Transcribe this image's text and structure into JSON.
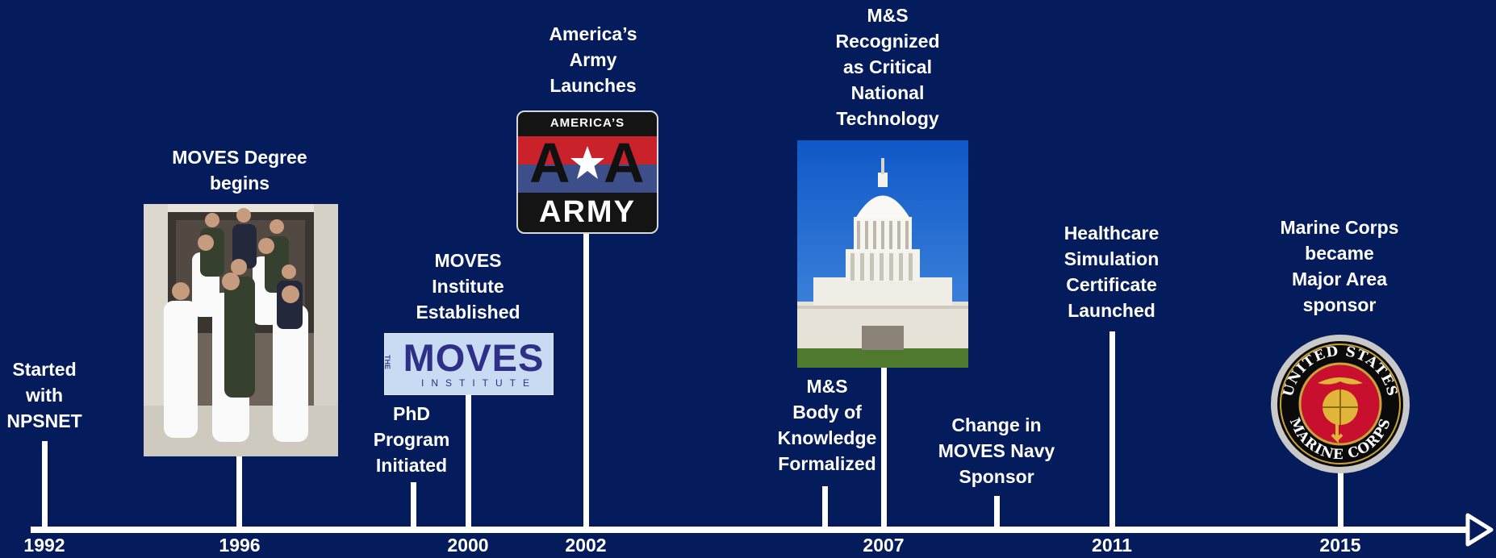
{
  "timeline": {
    "years": [
      "1992",
      "1996",
      "2000",
      "2002",
      "2007",
      "2011",
      "2015"
    ],
    "events": [
      {
        "id": "npsnet",
        "text": "Started\nwith\nNPSNET"
      },
      {
        "id": "moves-degree",
        "text": "MOVES Degree\nbegins"
      },
      {
        "id": "phd",
        "text": "PhD\nProgram\nInitiated"
      },
      {
        "id": "moves-institute",
        "text": "MOVES\nInstitute\nEstablished"
      },
      {
        "id": "americas-army",
        "text": "America’s\nArmy\nLaunches"
      },
      {
        "id": "body-of-knowledge",
        "text": "M&S\nBody of\nKnowledge\nFormalized"
      },
      {
        "id": "critical-tech",
        "text": "M&S\nRecognized\nas Critical\nNational\nTechnology"
      },
      {
        "id": "navy-sponsor",
        "text": "Change in\nMOVES Navy\nSponsor"
      },
      {
        "id": "healthcare",
        "text": "Healthcare\nSimulation\nCertificate\nLaunched"
      },
      {
        "id": "marine-corps",
        "text": "Marine Corps\nbecame\nMajor Area\nsponsor"
      }
    ]
  },
  "logos": {
    "americas_army": {
      "top": "AMERICA’S",
      "mid": "A",
      "bottom": "ARMY"
    },
    "moves": {
      "side": "THE",
      "main": "MOVES",
      "sub": "INSTITUTE"
    },
    "usmc_seal": {
      "top": "UNITED STATES",
      "bottom": "MARINE CORPS"
    }
  },
  "colors": {
    "background": "#041c5c",
    "line": "#ffffff"
  }
}
